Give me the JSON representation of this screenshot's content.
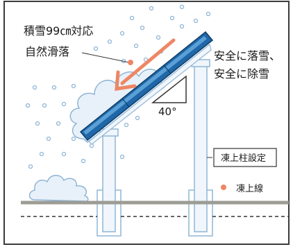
{
  "labels": {
    "snow_load_line1": "積雪99㎝対応",
    "snow_load_line2": "自然滑落",
    "safety_line1": "安全に落雪、",
    "safety_line2": "安全に除雪",
    "angle": "40°",
    "frost_post_setting": "凍上柱設定",
    "frost_line": "凍上線"
  },
  "colors": {
    "border": "#3b3b3b",
    "snow_dot": "#8fb5d6",
    "snow_cloud_fill": "#e8f1f9",
    "snow_cloud_stroke": "#8fb5d6",
    "panel_blue": "#1f67a8",
    "panel_light": "#5aa0d6",
    "arrow": "#ee8664",
    "post_fill": "#f0f6fb",
    "post_stroke": "#8fb5d6",
    "ground": "#9c9c95",
    "callout_dot": "#ee8664"
  }
}
